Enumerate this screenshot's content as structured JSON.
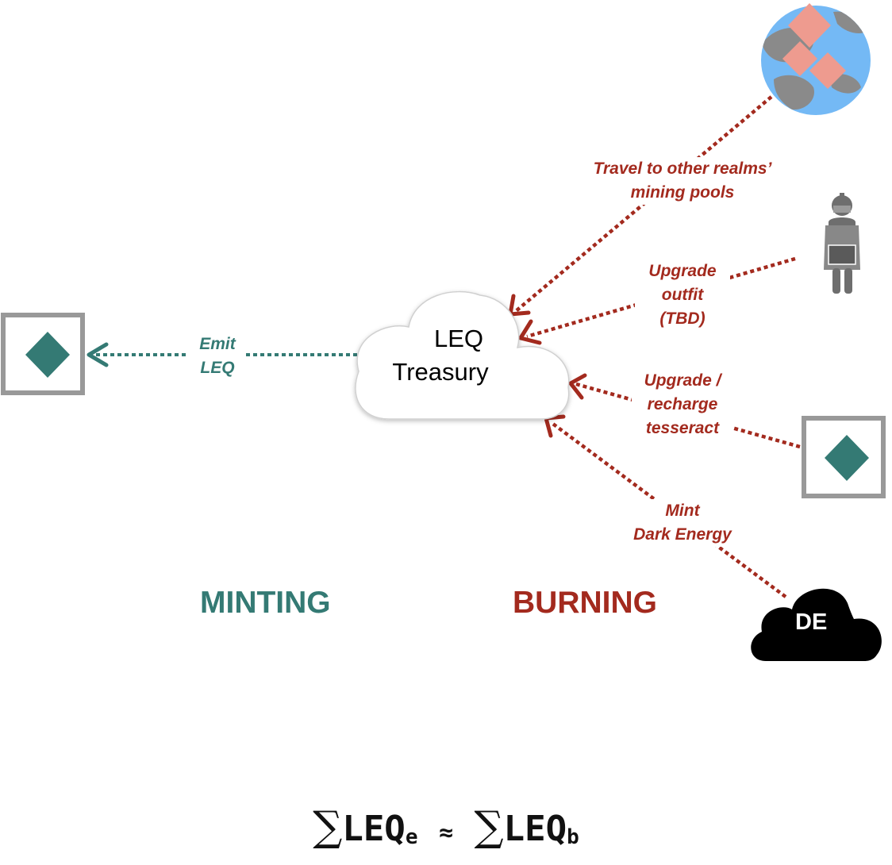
{
  "treasury": {
    "line1": "LEQ",
    "line2": "Treasury"
  },
  "sections": {
    "minting": "MINTING",
    "burning": "BURNING"
  },
  "mint_flow": {
    "line1": "Emit",
    "line2": "LEQ"
  },
  "burn_flows": [
    {
      "line1": "Travel to other realms’",
      "line2": "mining pools"
    },
    {
      "line1": "Upgrade",
      "line2": "outfit",
      "line3": "(TBD)"
    },
    {
      "line1": "Upgrade /",
      "line2": "recharge",
      "line3": "tesseract"
    },
    {
      "line1": "Mint",
      "line2": "Dark Energy"
    }
  ],
  "dark_energy": {
    "label": "DE"
  },
  "formula": {
    "lhs": "LEQ",
    "lhs_sub": "e",
    "op": "≈",
    "rhs": "LEQ",
    "rhs_sub": "b",
    "sum_symbol": "∑"
  },
  "colors": {
    "mint": "#347a74",
    "burn": "#a32a1e",
    "frame": "#999999",
    "globe_ocean": "#74b9f5",
    "globe_land": "#8a8a8a",
    "globe_tiles": "#ee9b8f"
  },
  "icons": [
    "tesseract-icon",
    "globe-icon",
    "character-icon",
    "dark-energy-cloud-icon"
  ]
}
